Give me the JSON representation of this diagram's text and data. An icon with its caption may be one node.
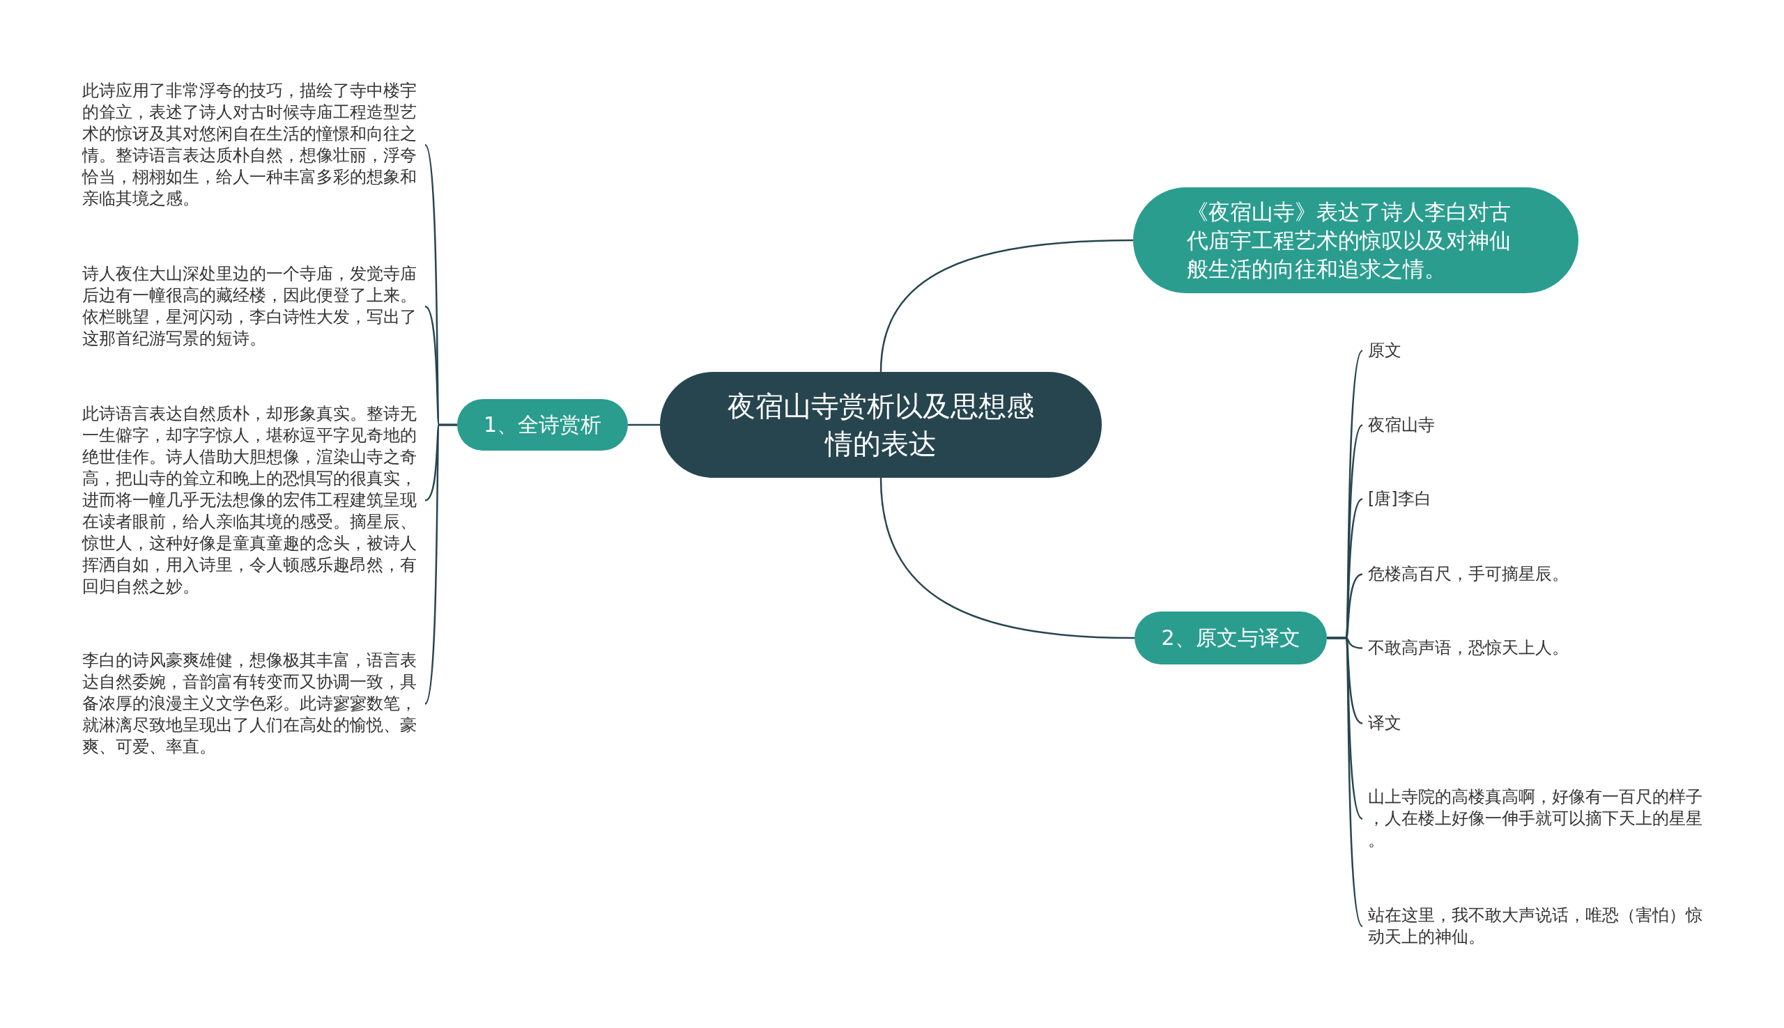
{
  "diagram": {
    "nodes": [
      {
        "text": [
          "夜宿山寺赏析以及思想感情的表达"
        ]
      },
      {
        "text": [
          "1、全诗赏析"
        ]
      },
      {
        "text": [
          "此诗应用了非常浮夸的技巧，描绘了寺中楼宇的耸立，表述了诗人对古时候寺庙工程造型艺术的惊讶及其对悠闲自在生活的憧憬和向往之情。整诗语言表达质朴自然，想像壮丽，浮夸恰当，栩栩如生，给人一种丰富多彩的想象和亲临其境之感。"
        ]
      },
      {
        "text": [
          "诗人夜住大山深处里边的一个寺庙，发觉寺庙后边有一幢很高的藏经楼，因此便登了上来。依栏眺望，星河闪动，李白诗性大发，写出了这那首纪游写景的短诗。"
        ]
      },
      {
        "text": [
          "此诗语言表达自然质朴，却形象真实。整诗无一生僻字，却字字惊人，堪称逗平字见奇地的绝世佳作。诗人借助大胆想像，渲染山寺之奇高，把山寺的耸立和晚上的恐惧写的很真实，进而将一幢几乎无法想像的宏伟工程建筑呈现在读者眼前，给人亲临其境的感受。摘星辰、惊世人，这种好像是童真童趣的念头，被诗人挥洒自如，用入诗里，令人顿感乐趣昂然，有回归自然之妙。"
        ]
      },
      {
        "text": [
          "李白的诗风豪爽雄健，想像极其丰富，语言表达自然委婉，音韵富有转变而又协调一致，具备浓厚的浪漫主义文学色彩。此诗寥寥数笔，就淋漓尽致地呈现出了人们在高处的愉悦、豪爽、可爱、率直。"
        ]
      },
      {
        "text": [
          "《夜宿山寺》表达了诗人李白对古代庙宇工程艺术的惊叹以及对神仙般生活的向往和追求之情。"
        ]
      },
      {
        "text": [
          "2、原文与译文"
        ]
      },
      {
        "text": [
          "原文"
        ]
      },
      {
        "text": [
          "夜宿山寺"
        ]
      },
      {
        "text": [
          "[唐]李白"
        ]
      },
      {
        "text": [
          "危楼高百尺，手可摘星辰。"
        ]
      },
      {
        "text": [
          "不敢高声语，恐惊天上人。"
        ]
      },
      {
        "text": [
          "译文"
        ]
      },
      {
        "text": [
          "山上寺院的高楼真高啊，好像有一百尺的样子，人在楼上好像一伸手就可以摘下天上的星星。"
        ]
      },
      {
        "text": [
          "站在这里，我不敢大声说话，唯恐（害怕）惊动天上的神仙。"
        ]
      }
    ],
    "edges": [
      {
        "from": 0,
        "to": 1,
        "arrow": "none"
      },
      {
        "from": 1,
        "to": 2,
        "arrow": "none"
      },
      {
        "from": 1,
        "to": 3,
        "arrow": "none"
      },
      {
        "from": 1,
        "to": 4,
        "arrow": "none"
      },
      {
        "from": 1,
        "to": 5,
        "arrow": "none"
      },
      {
        "from": 0,
        "to": 6,
        "arrow": "none"
      },
      {
        "from": 0,
        "to": 7,
        "arrow": "none"
      },
      {
        "from": 7,
        "to": 8,
        "arrow": "none"
      },
      {
        "from": 7,
        "to": 9,
        "arrow": "none"
      },
      {
        "from": 7,
        "to": 10,
        "arrow": "none"
      },
      {
        "from": 7,
        "to": 11,
        "arrow": "none"
      },
      {
        "from": 7,
        "to": 12,
        "arrow": "none"
      },
      {
        "from": 7,
        "to": 13,
        "arrow": "none"
      },
      {
        "from": 7,
        "to": 14,
        "arrow": "none"
      },
      {
        "from": 7,
        "to": 15,
        "arrow": "none"
      }
    ]
  }
}
